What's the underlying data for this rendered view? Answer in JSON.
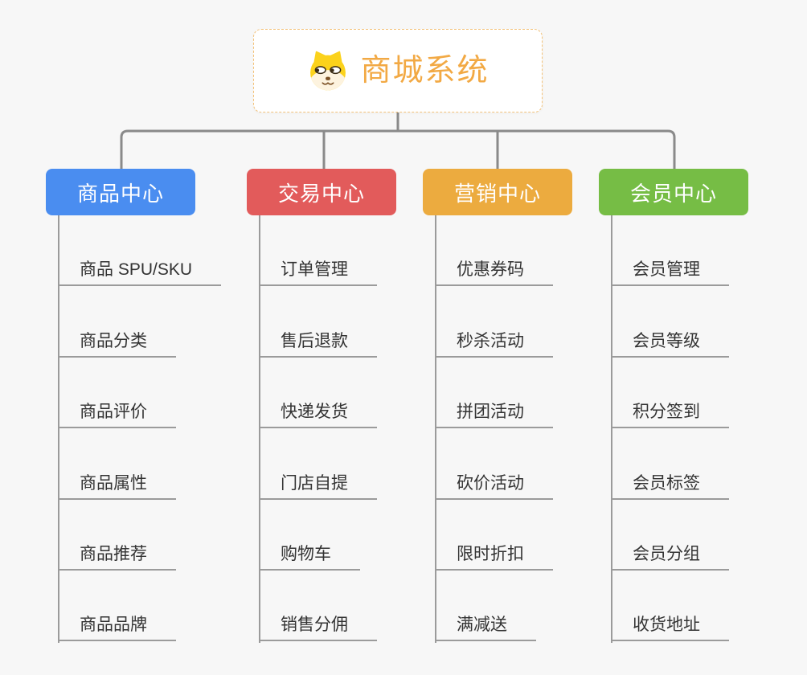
{
  "root": {
    "title": "商城系统",
    "icon": "shiba-dog-icon"
  },
  "branches": [
    {
      "label": "商品中心",
      "color": "#4a8df0",
      "items": [
        "商品 SPU/SKU",
        "商品分类",
        "商品评价",
        "商品属性",
        "商品推荐",
        "商品品牌"
      ]
    },
    {
      "label": "交易中心",
      "color": "#e25b5b",
      "items": [
        "订单管理",
        "售后退款",
        "快递发货",
        "门店自提",
        "购物车",
        "销售分佣"
      ]
    },
    {
      "label": "营销中心",
      "color": "#ecab3f",
      "items": [
        "优惠券码",
        "秒杀活动",
        "拼团活动",
        "砍价活动",
        "限时折扣",
        "满减送"
      ]
    },
    {
      "label": "会员中心",
      "color": "#76bd45",
      "items": [
        "会员管理",
        "会员等级",
        "积分签到",
        "会员标签",
        "会员分组",
        "收货地址"
      ]
    }
  ],
  "colors": {
    "background": "#f7f7f7",
    "root_accent": "#f2a944",
    "root_border": "#f3c27a",
    "connector": "#8a8a8a",
    "item_line": "#9b9b9b",
    "item_text": "#333333",
    "dog_yellow": "#fbd21c",
    "dog_cream": "#fdf3df",
    "dog_brown": "#7d5226"
  }
}
